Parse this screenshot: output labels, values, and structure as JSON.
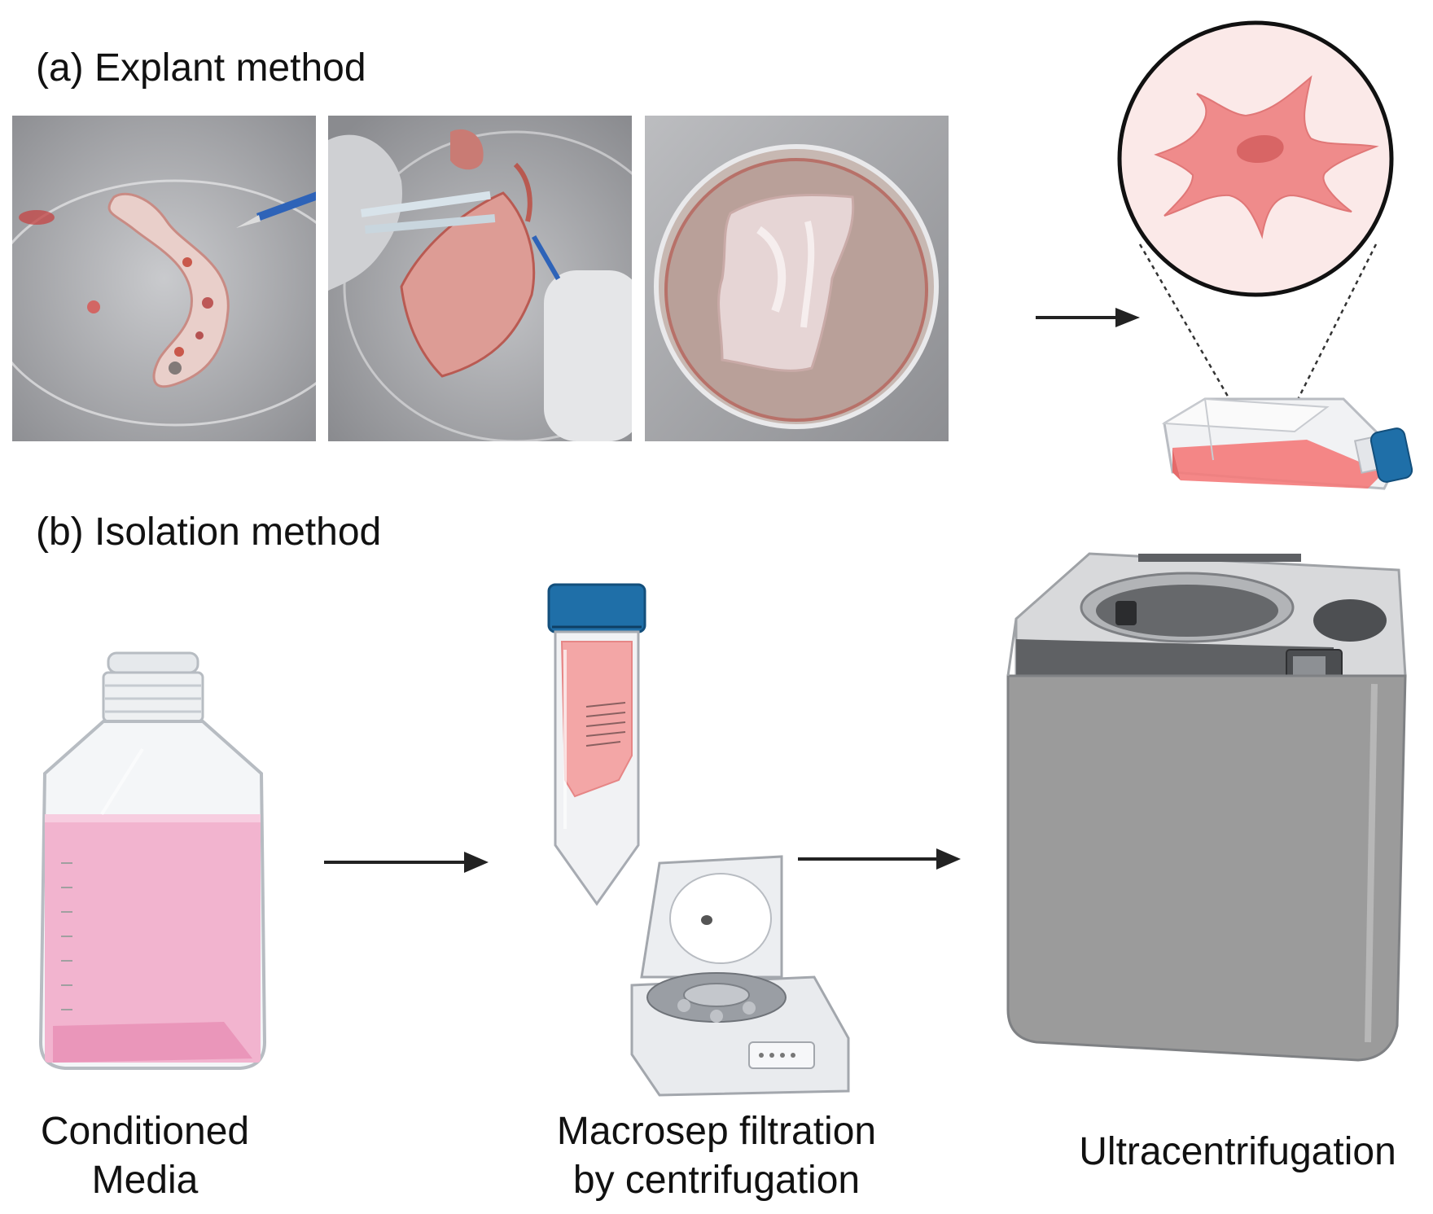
{
  "panel_a": {
    "title": "(a) Explant method"
  },
  "panel_b": {
    "title": "(b) Isolation method",
    "steps": [
      {
        "line1": "Conditioned",
        "line2": "Media"
      },
      {
        "line1": "Macrosep filtration",
        "line2": "by centrifugation"
      },
      {
        "line1": "Ultracentrifugation"
      }
    ]
  },
  "colors": {
    "tissue": "#d9a6a0",
    "blood": "#c0392b",
    "media_pink": "#f2b4cf",
    "cell": "#ef8b8b",
    "cap_blue": "#1f6fa8",
    "centrifuge_gray": "#9b9b9b"
  }
}
